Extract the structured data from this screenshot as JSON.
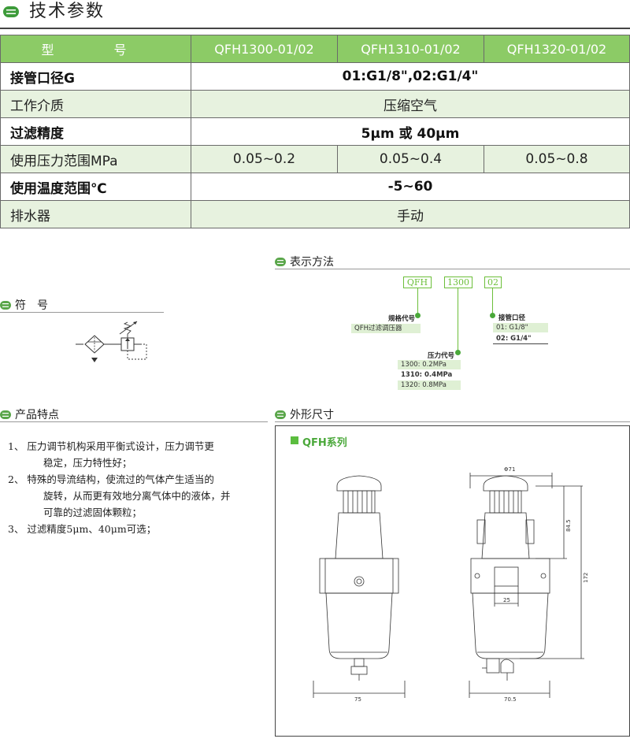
{
  "header": {
    "title": "技术参数"
  },
  "spec_table": {
    "head": {
      "label": "型　号",
      "models": [
        "QFH1300-01/02",
        "QFH1310-01/02",
        "QFH1320-01/02"
      ]
    },
    "rows": [
      {
        "label": "接管口径G",
        "value": "01:G1/8\",02:G1/4\""
      },
      {
        "label": "工作介质",
        "value": "压缩空气"
      },
      {
        "label": "过滤精度",
        "value": "5μm 或 40μm"
      },
      {
        "label": "使用压力范围MPa",
        "values": [
          "0.05~0.2",
          "0.05~0.4",
          "0.05~0.8"
        ]
      },
      {
        "label": "使用温度范围℃",
        "value": "-5~60"
      },
      {
        "label": "排水器",
        "value": "手动"
      }
    ]
  },
  "symbol_section": {
    "title": "符　号"
  },
  "notation_section": {
    "title": "表示方法",
    "codes": [
      "QFH",
      "1300",
      "02"
    ],
    "spec_code": {
      "label": "规格代号",
      "desc": "QFH过滤调压器"
    },
    "pressure_code": {
      "label": "压力代号",
      "options": [
        "1300: 0.2MPa",
        "1310:  0.4MPa",
        "1320:  0.8MPa"
      ]
    },
    "port_code": {
      "label": "接管口径",
      "options": [
        "01: G1/8\"",
        "02: G1/4\""
      ]
    }
  },
  "features_section": {
    "title": "产品特点",
    "items": [
      {
        "line1": "1、 压力调节机构采用平衡式设计，压力调节更",
        "line2": "稳定，压力特性好；"
      },
      {
        "line1": "2、 特殊的导流结构，使流过的气体产生适当的",
        "line2": "旋转，从而更有效地分离气体中的液体，并",
        "line3": "可靠的过滤固体颗粒；"
      },
      {
        "line1": "3、 过滤精度5μm、40μm可选；"
      }
    ]
  },
  "dimensions_section": {
    "title": "外形尺寸",
    "series_label": "QFH系列",
    "dims": {
      "d_top": "Φ71",
      "h_upper": "84.5",
      "h_total": "172",
      "w_port": "25",
      "w_left": "75",
      "w_right": "70.5"
    }
  },
  "colors": {
    "accent_green": "#8ccb66",
    "row_green": "#e7f2df",
    "code_green": "#6cbf3a"
  },
  "icons": [
    "section-logo-icon",
    "filter-regulator-symbol",
    "green-square-icon"
  ]
}
